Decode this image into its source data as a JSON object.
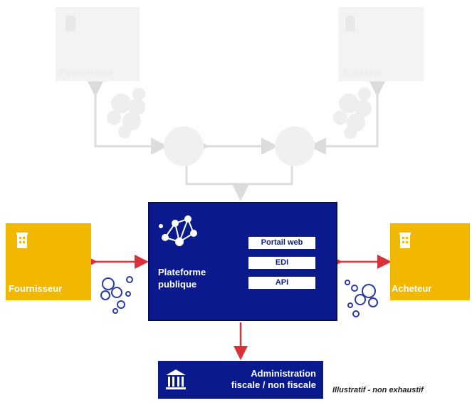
{
  "top": {
    "supplier_label": "Fournisseur",
    "buyer_label": "Acheteur"
  },
  "platform": {
    "title_line1": "Plateforme",
    "title_line2": "publique",
    "channels": [
      "Portail web",
      "EDI",
      "API"
    ]
  },
  "sides": {
    "supplier_label": "Fournisseur",
    "buyer_label": "Acheteur"
  },
  "administration": {
    "line1": "Administration",
    "line2": "fiscale / non fiscale"
  },
  "note": "Illustratif - non exhaustif",
  "colors": {
    "platform_blue": "#0a1a8c",
    "gold": "#f2b800",
    "arrow_red": "#d9303a",
    "faded_gray": "#ececec"
  }
}
